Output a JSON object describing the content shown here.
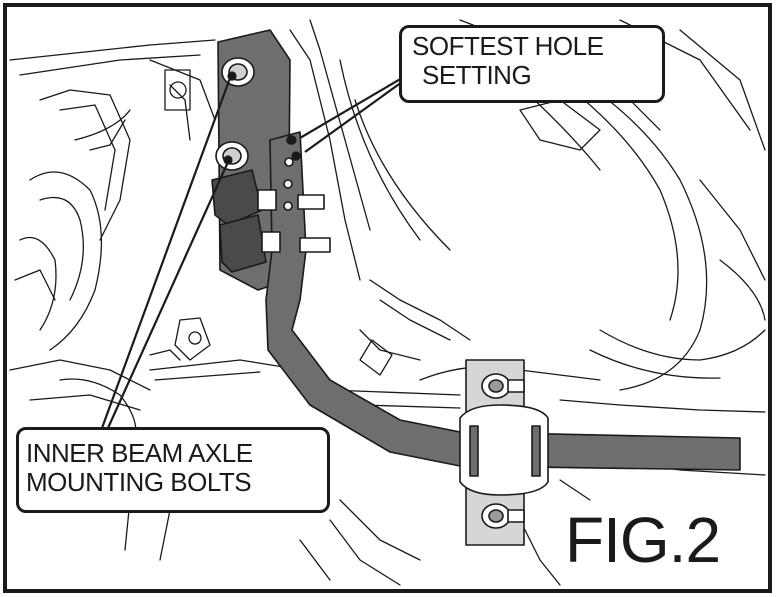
{
  "figure": {
    "label": "FIG.2"
  },
  "callouts": {
    "softest_hole": {
      "line1": "SOFTEST HOLE",
      "line2": "SETTING"
    },
    "inner_beam": {
      "line1": "INNER BEAM AXLE",
      "line2": "MOUNTING BOLTS"
    }
  },
  "colors": {
    "line": "#1a1a1a",
    "part_fill": "#6e6e70",
    "part_dark": "#4a4a4c",
    "background": "#ffffff"
  }
}
